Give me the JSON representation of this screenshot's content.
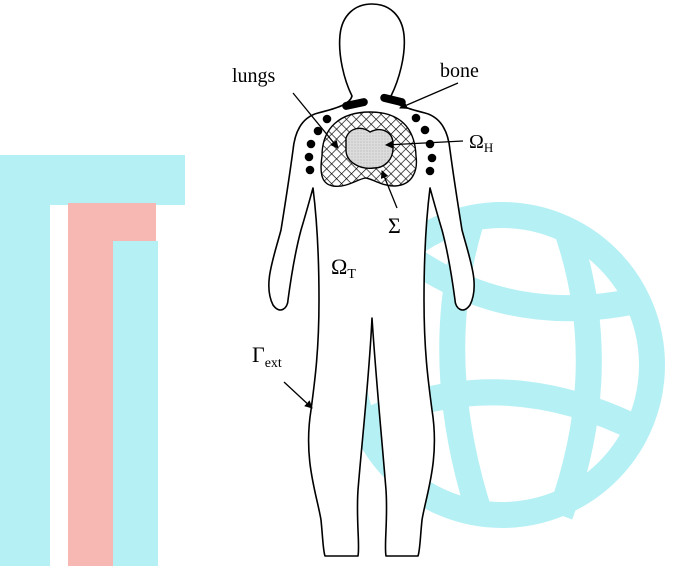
{
  "colors": {
    "watermark_cyan": "#b5f0f5",
    "watermark_pink": "#f7b8b4",
    "outline": "#000000",
    "heart_fill": "#d9d9d9",
    "lung_hatch": "#000000"
  },
  "labels": {
    "lungs": "lungs",
    "bone": "bone",
    "omega_h": "Ω",
    "omega_h_sub": "H",
    "sigma": "Σ",
    "omega_t": "Ω",
    "omega_t_sub": "T",
    "gamma_ext": "Γ",
    "gamma_ext_sub": "ext"
  },
  "icons": {
    "watermark": "globe-logo-watermark"
  }
}
